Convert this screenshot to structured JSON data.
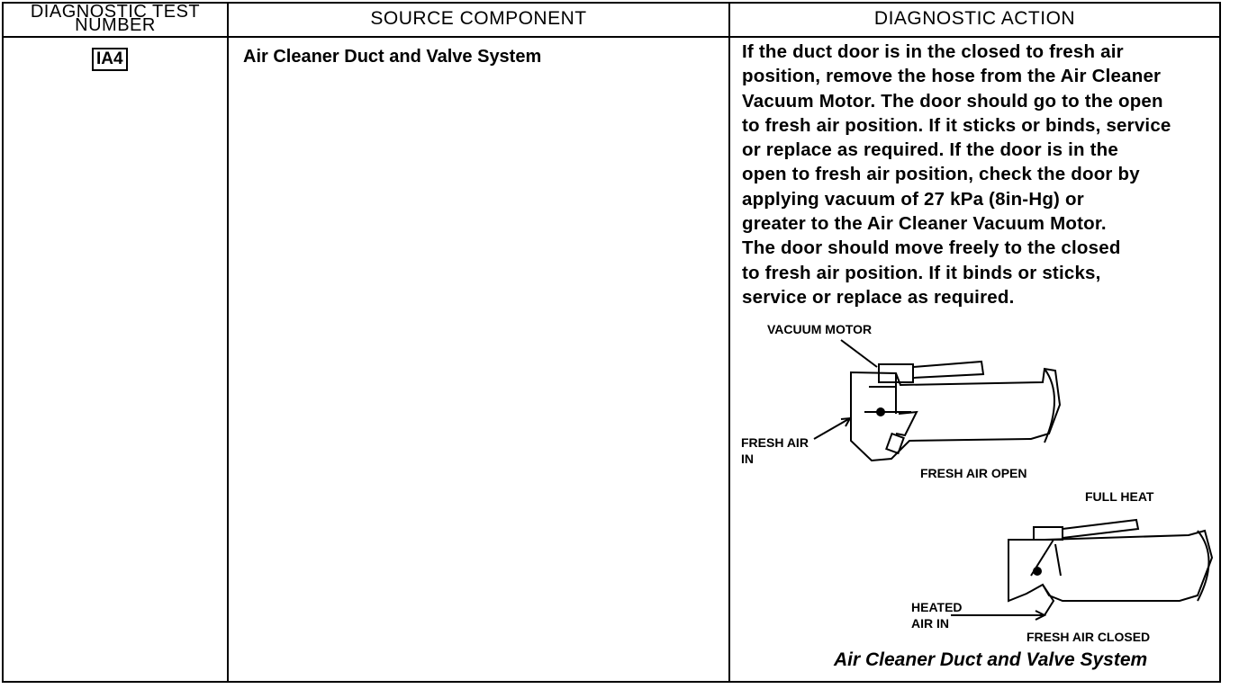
{
  "table": {
    "headers": {
      "test_line1": "DIAGNOSTIC TEST",
      "test_line2": "NUMBER",
      "source": "SOURCE COMPONENT",
      "action": "DIAGNOSTIC ACTION"
    },
    "row": {
      "test_number": "IA4",
      "component": "Air Cleaner Duct and Valve System",
      "action_lines": [
        "If the duct door is in the closed to fresh air",
        "position, remove the hose from the Air Cleaner",
        "Vacuum Motor. The door should go to the open",
        "to fresh air position. If it sticks or binds, service",
        "or replace as required. If the door is in the",
        "open to fresh air position, check the door by",
        "applying vacuum of 27 kPa (8in-Hg) or",
        "greater to the Air Cleaner Vacuum Motor.",
        "The door should move freely to the closed",
        "to fresh air position. If it binds or sticks,",
        "service or replace as required."
      ]
    }
  },
  "figure": {
    "label_vacuum_motor": "VACUUM MOTOR",
    "label_fresh_air_in_1": "FRESH AIR",
    "label_fresh_air_in_2": "IN",
    "label_fresh_air_open": "FRESH AIR OPEN",
    "label_full_heat": "FULL HEAT",
    "label_heated_1": "HEATED",
    "label_heated_2": "AIR IN",
    "label_fresh_air_closed": "FRESH AIR CLOSED",
    "caption": "Air Cleaner Duct and Valve System"
  }
}
